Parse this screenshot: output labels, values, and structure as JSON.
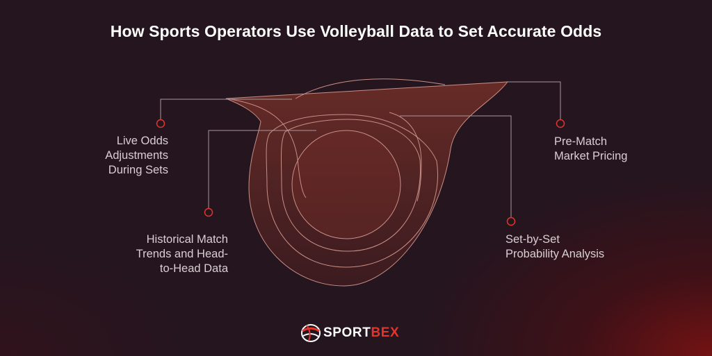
{
  "title": "How Sports Operators Use Volleyball Data to Set Accurate Odds",
  "labels": {
    "live_odds": [
      "Live Odds",
      "Adjustments",
      "During Sets"
    ],
    "historical": [
      "Historical Match",
      "Trends and Head-",
      "to-Head Data"
    ],
    "pre_match": [
      "Pre-Match",
      "Market Pricing"
    ],
    "set_by_set": [
      "Set-by-Set",
      "Probability Analysis"
    ]
  },
  "logo": {
    "main": "SPORT",
    "accent": "BEX"
  },
  "colors": {
    "background": "#25151f",
    "shape_fill": "#5e2a25",
    "shape_stroke": "#c98f86",
    "connector": "#a9989d",
    "brand_red": "#e2352c",
    "title": "#ffffff",
    "label": "#d9cfd2"
  }
}
